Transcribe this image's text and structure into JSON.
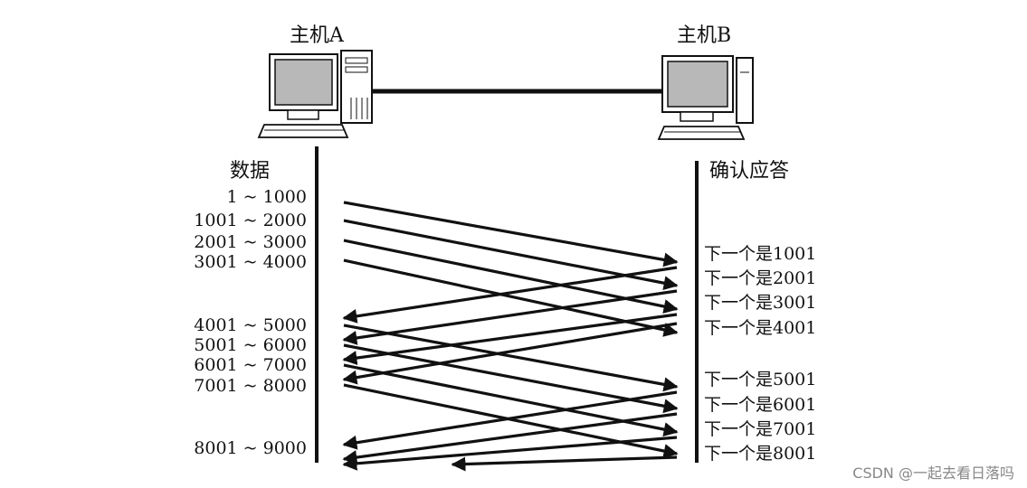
{
  "hosts": {
    "a": "主机A",
    "b": "主机B"
  },
  "columns": {
    "data": "数据",
    "ack": "确认应答"
  },
  "data_segments": [
    "1 ~ 1000",
    "1001 ~ 2000",
    "2001 ~ 3000",
    "3001 ~ 4000",
    "4001 ~ 5000",
    "5001 ~ 6000",
    "6001 ~ 7000",
    "7001 ~ 8000",
    "8001 ~ 9000"
  ],
  "acks": [
    "下一个是1001",
    "下一个是2001",
    "下一个是3001",
    "下一个是4001",
    "下一个是5001",
    "下一个是6001",
    "下一个是7001",
    "下一个是8001"
  ],
  "watermark": "CSDN @一起去看日落吗"
}
